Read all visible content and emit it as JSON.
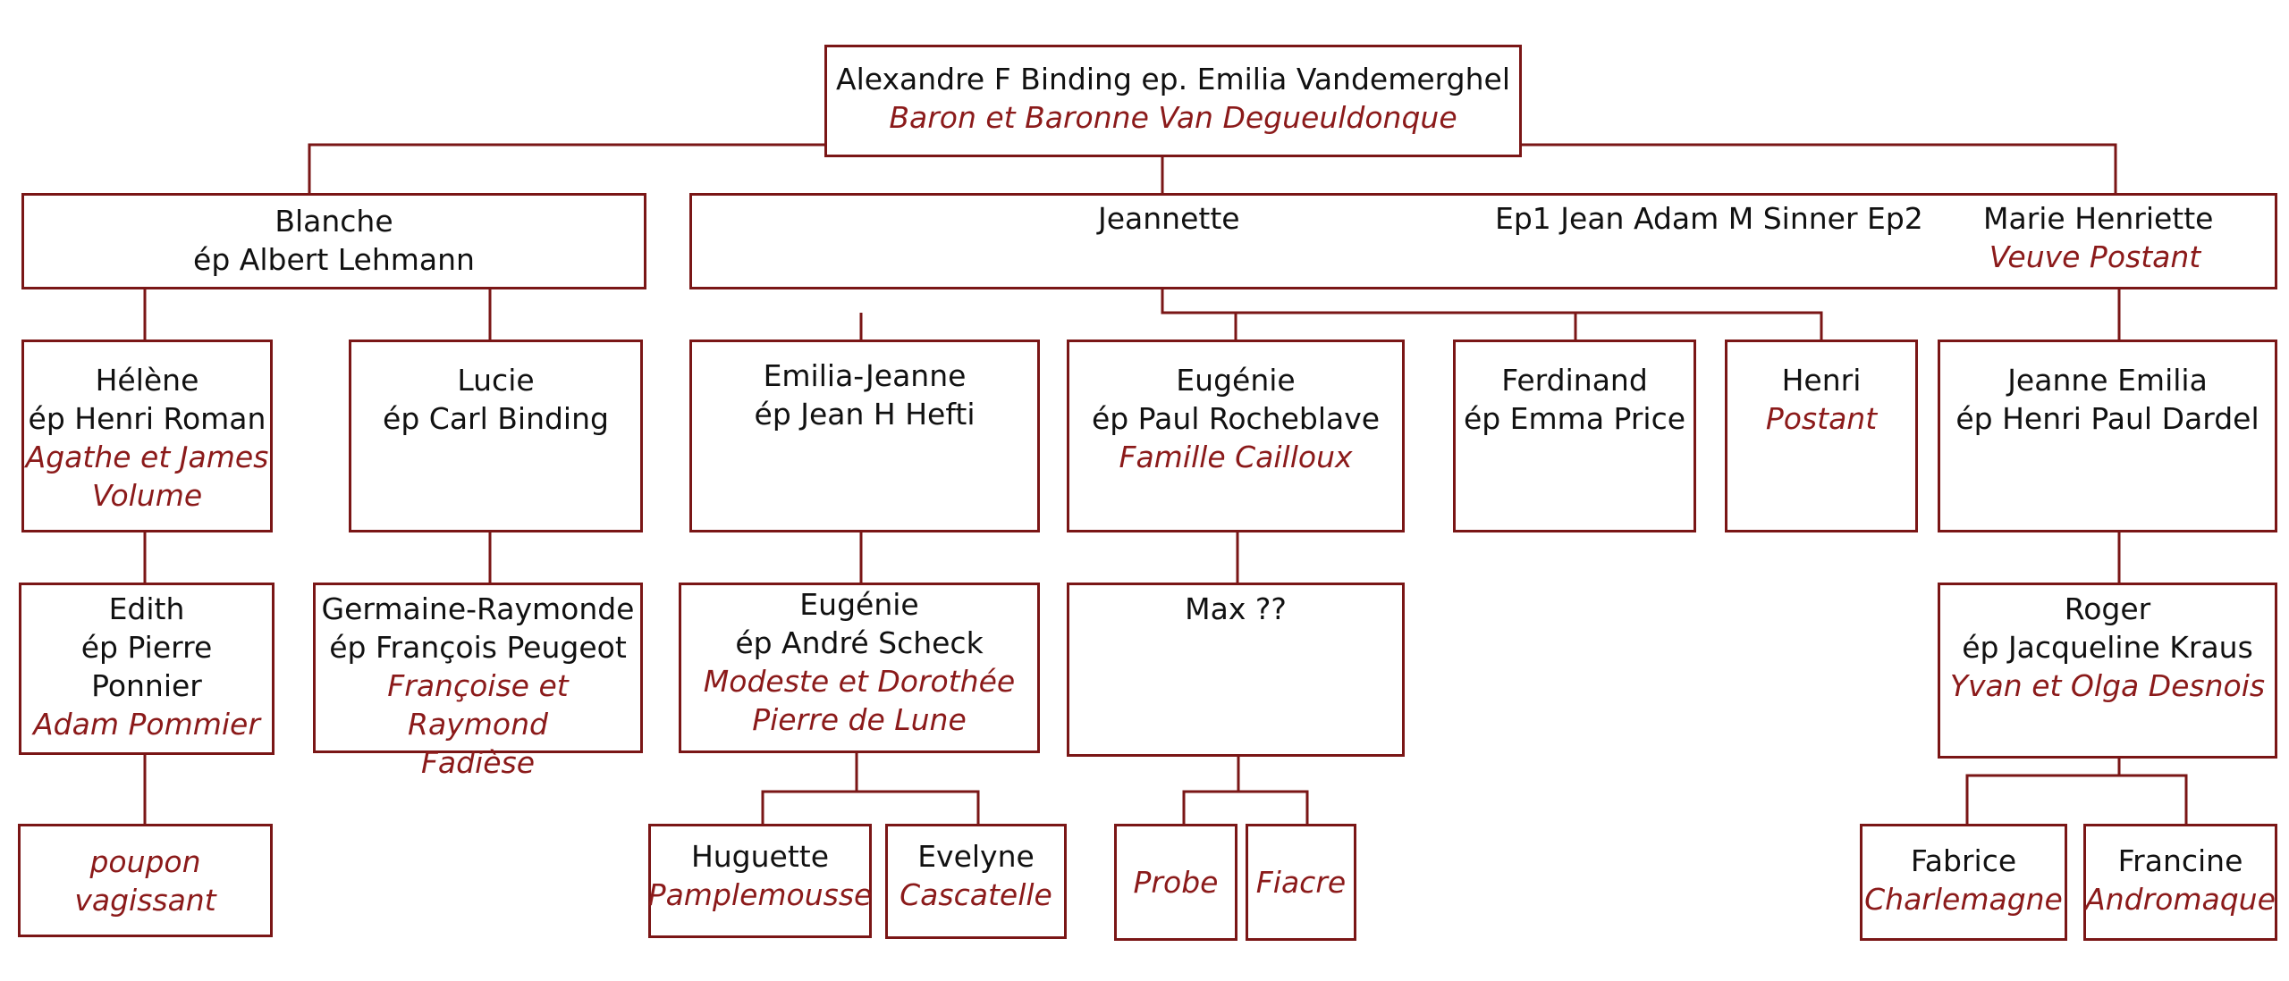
{
  "root": {
    "name": "Alexandre F Binding ep. Emilia Vandemerghel",
    "alias": "Baron et Baronne Van Degueuldonque"
  },
  "blanche": {
    "name": "Blanche",
    "spouse": "ép Albert Lehmann"
  },
  "jeannette_union": {
    "name1": "Jeannette",
    "middle": "Ep1 Jean Adam M Sinner Ep2",
    "name2": "Marie Henriette",
    "alias2": "Veuve Postant"
  },
  "helene": {
    "name": "Hélène",
    "spouse": "ép Henri Roman",
    "alias1": "Agathe et James",
    "alias2": "Volume"
  },
  "lucie": {
    "name": "Lucie",
    "spouse": "ép Carl Binding"
  },
  "emilia_jeanne": {
    "name": "Emilia-Jeanne",
    "spouse": "ép Jean H Hefti"
  },
  "eugenie1": {
    "name": "Eugénie",
    "spouse": "ép Paul Rocheblave",
    "alias": "Famille Cailloux"
  },
  "ferdinand": {
    "name": "Ferdinand",
    "spouse": "ép Emma Price"
  },
  "henri": {
    "name": "Henri",
    "alias": "Postant"
  },
  "jeanne_emilia": {
    "name": "Jeanne Emilia",
    "spouse": "ép Henri Paul Dardel"
  },
  "edith": {
    "name": "Edith",
    "spouse": "ép Pierre Ponnier",
    "alias": "Adam Pommier"
  },
  "germaine": {
    "name": "Germaine-Raymonde",
    "spouse": "ép François Peugeot",
    "alias1": "Françoise et Raymond",
    "alias2": "Fadièse"
  },
  "eugenie2": {
    "name": "Eugénie",
    "spouse": "ép André Scheck",
    "alias1": "Modeste et Dorothée",
    "alias2": "Pierre de Lune"
  },
  "max": {
    "name": "Max ??"
  },
  "roger": {
    "name": "Roger",
    "spouse": "ép Jacqueline Kraus",
    "alias": "Yvan et Olga Desnois"
  },
  "poupon": {
    "alias": "poupon vagissant"
  },
  "huguette": {
    "name": "Huguette",
    "alias": "Pamplemousse"
  },
  "evelyne": {
    "name": "Evelyne",
    "alias": "Cascatelle"
  },
  "probe": {
    "alias": "Probe"
  },
  "fiacre": {
    "alias": "Fiacre"
  },
  "fabrice": {
    "name": "Fabrice",
    "alias": "Charlemagne"
  },
  "francine": {
    "name": "Francine",
    "alias": "Andromaque"
  },
  "colors": {
    "line": "#7a1616",
    "alias_text": "#8b1a1a",
    "text": "#111111"
  }
}
